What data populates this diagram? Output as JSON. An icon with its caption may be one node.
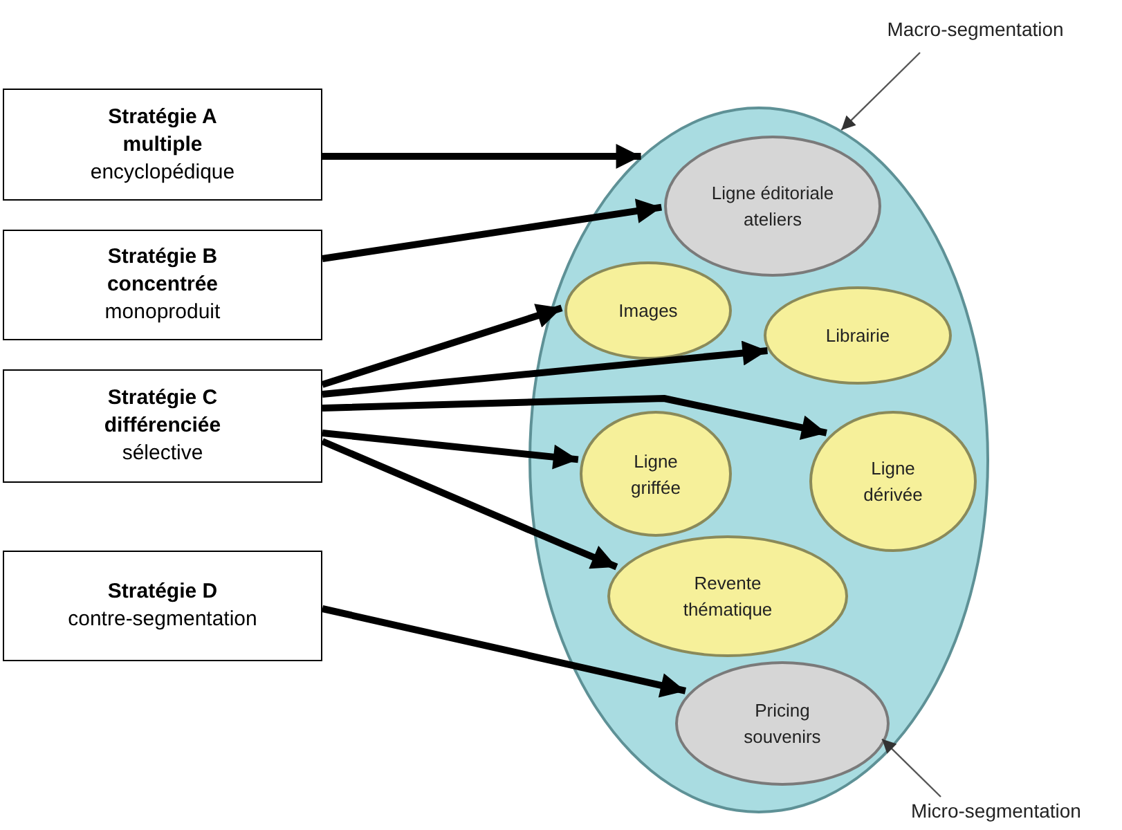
{
  "diagram": {
    "nodes": [
      {
        "text": [
          "Macro-segmentation"
        ]
      },
      {
        "text": [
          "Stratégie A multiple",
          "encyclopédique"
        ]
      },
      {
        "text": [
          "Stratégie B concentrée",
          "monoproduit"
        ]
      },
      {
        "text": [
          "Stratégie C différenciée",
          "sélective"
        ]
      },
      {
        "text": [
          "Stratégie D",
          "contre-segmentation"
        ]
      },
      {
        "text": [],
        "shape": "ellipse"
      },
      {
        "text": [
          "Ligne éditoriale ateliers"
        ],
        "in": 5
      },
      {
        "text": [
          "Images"
        ],
        "in": 5
      },
      {
        "text": [
          "Librairie"
        ],
        "in": 5
      },
      {
        "text": [
          "Ligne griffée"
        ],
        "in": 5
      },
      {
        "text": [
          "Ligne dérivée"
        ],
        "in": 5
      },
      {
        "text": [
          "Revente thématique"
        ],
        "in": 5
      },
      {
        "text": [
          "Pricing souvenirs"
        ],
        "in": 5
      },
      {
        "text": [
          "Micro-segmentation"
        ]
      }
    ],
    "edges": [
      {
        "from": 1,
        "to": 5,
        "arrow": "to"
      },
      {
        "from": 2,
        "to": 6,
        "arrow": "to"
      },
      {
        "from": 3,
        "to": 7,
        "arrow": "to"
      },
      {
        "from": 3,
        "to": 8,
        "arrow": "to"
      },
      {
        "from": 3,
        "to": 10,
        "arrow": "to"
      },
      {
        "from": 3,
        "to": 9,
        "arrow": "to"
      },
      {
        "from": 3,
        "to": 11,
        "arrow": "to"
      },
      {
        "from": 4,
        "to": 12,
        "arrow": "to"
      },
      {
        "from": 0,
        "to": 5,
        "arrow": "to",
        "color": "#555555"
      },
      {
        "from": 13,
        "to": 12,
        "arrow": "to",
        "color": "#555555"
      }
    ]
  }
}
